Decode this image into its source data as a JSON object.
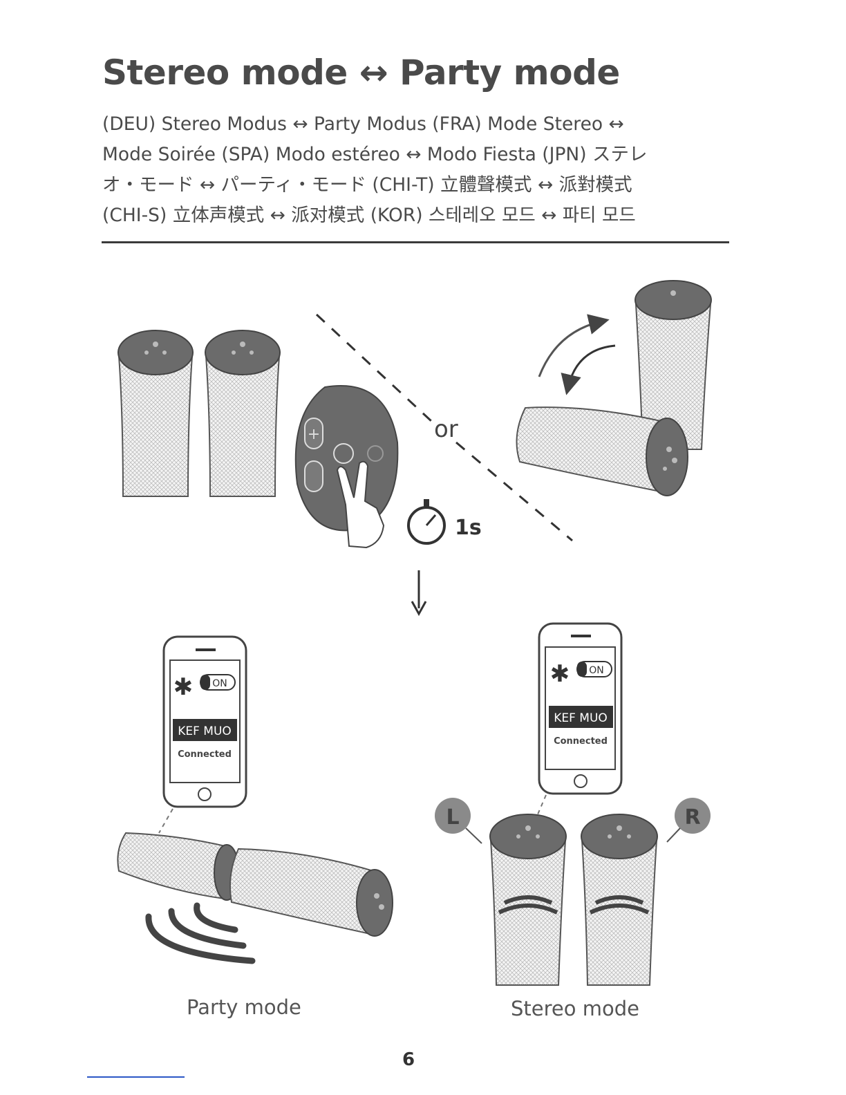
{
  "title": "Stereo mode ↔ Party mode",
  "subtitle_lines": [
    "(DEU) Stereo Modus ↔ Party Modus   (FRA) Mode Stereo ↔",
    "Mode Soirée   (SPA) Modo estéreo ↔ Modo Fiesta   (JPN) ステレ",
    "オ・モード ↔ パーティ・モード   (CHI-T) 立體聲模式 ↔ 派對模式",
    "(CHI-S) 立体声模式 ↔ 派对模式   (KOR) 스테레오 모드 ↔ 파티 모드"
  ],
  "illustration": {
    "or_label": "or",
    "timer_label": "1s",
    "phone_on_label": "ON",
    "phone_device_name": "KEF MUO",
    "phone_status": "Connected",
    "left_label": "L",
    "right_label": "R"
  },
  "captions": {
    "party": "Party mode",
    "stereo": "Stereo mode"
  },
  "page_number": "6"
}
